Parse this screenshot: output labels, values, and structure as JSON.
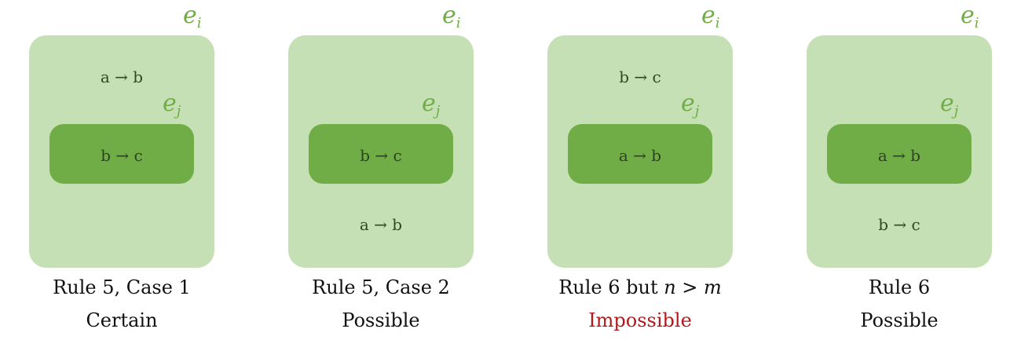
{
  "colors": {
    "outer_fill": "#c5e0b4",
    "inner_fill": "#70ad47",
    "label_color": "#70ad47",
    "impossible_color": "#b3191a",
    "text_color": "#111111"
  },
  "labels": {
    "outer_base": "e",
    "outer_sub": "i",
    "inner_base": "e",
    "inner_sub": "j"
  },
  "panels": [
    {
      "top_rule": "a → b",
      "inner_rule": "b → c",
      "bottom_rule": "",
      "title": "Rule 5, Case 1",
      "title_math": "",
      "verdict": "Certain",
      "verdict_color": "#111111"
    },
    {
      "top_rule": "",
      "inner_rule": "b → c",
      "bottom_rule": "a → b",
      "title": "Rule 5, Case 2",
      "title_math": "",
      "verdict": "Possible",
      "verdict_color": "#111111"
    },
    {
      "top_rule": "b → c",
      "inner_rule": "a → b",
      "bottom_rule": "",
      "title": "Rule 6 but ",
      "title_math": "n > m",
      "verdict": "Impossible",
      "verdict_color": "#b3191a"
    },
    {
      "top_rule": "",
      "inner_rule": "a → b",
      "bottom_rule": "b → c",
      "title": "Rule 6",
      "title_math": "",
      "verdict": "Possible",
      "verdict_color": "#111111"
    }
  ]
}
